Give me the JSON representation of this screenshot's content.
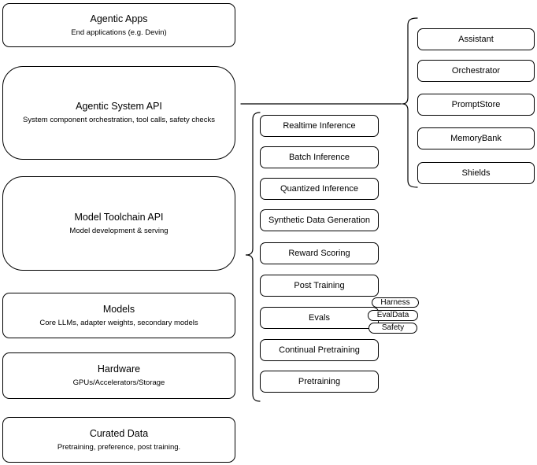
{
  "diagram": {
    "stack": [
      {
        "title": "Agentic Apps",
        "subtitle": "End applications (e.g. Devin)"
      },
      {
        "title": "Agentic System API",
        "subtitle": "System component orchestration, tool calls, safety checks"
      },
      {
        "title": "Model Toolchain API",
        "subtitle": "Model development & serving"
      },
      {
        "title": "Models",
        "subtitle": "Core LLMs, adapter weights, secondary models"
      },
      {
        "title": "Hardware",
        "subtitle": "GPUs/Accelerators/Storage"
      },
      {
        "title": "Curated Data",
        "subtitle": "Pretraining, preference, post training."
      }
    ],
    "toolchain_components": [
      "Realtime Inference",
      "Batch Inference",
      "Quantized Inference",
      "Synthetic Data Generation",
      "Reward Scoring",
      "Post Training",
      "Evals",
      "Continual Pretraining",
      "Pretraining"
    ],
    "evals_tags": [
      "Harness",
      "EvalData",
      "Safety"
    ],
    "system_components": [
      "Assistant",
      "Orchestrator",
      "PromptStore",
      "MemoryBank",
      "Shields"
    ],
    "colors": {
      "stroke": "#000000",
      "fill": "#ffffff",
      "background": "#ffffff",
      "text": "#000000"
    }
  }
}
